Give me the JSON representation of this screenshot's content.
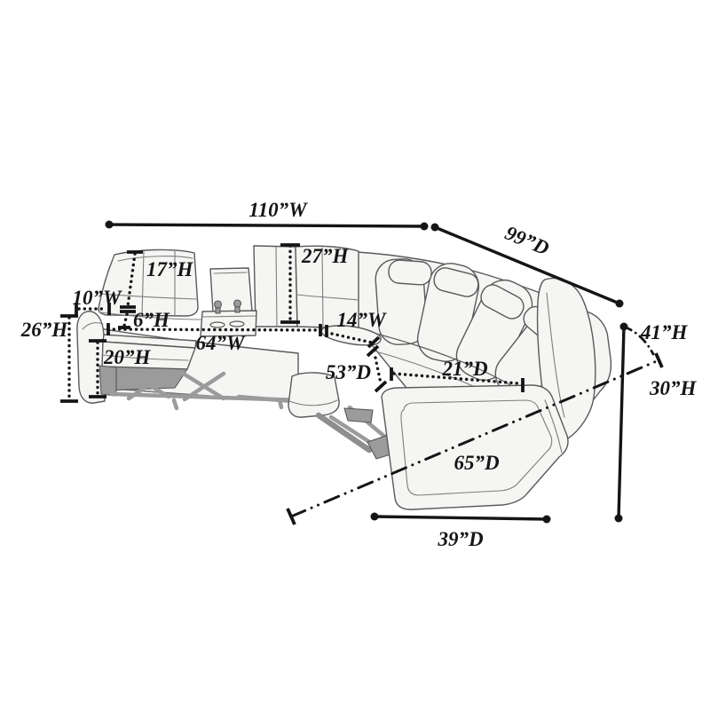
{
  "colors": {
    "background": "#ffffff",
    "dimension_ink": "#151515",
    "sofa_outline": "#5a5a5a",
    "sofa_fill": "#f5f5f3",
    "mechanism_gray": "#9b9b9b"
  },
  "dimensions": {
    "overall_width": "110”W",
    "right_depth": "99”D",
    "back_height": "27”H",
    "left_back_height": "17”H",
    "arm_width": "10”W",
    "arm_above_seat_height": "6”H",
    "arm_height": "26”H",
    "footrest_height": "20”H",
    "left_section_width": "64”W",
    "wedge_width": "14”W",
    "chaise_depth": "53”D",
    "seat_depth": "21”D",
    "overall_height": "41”H",
    "reclined_height": "30”H",
    "diagonal_depth": "65”D",
    "front_section_depth": "39”D"
  }
}
